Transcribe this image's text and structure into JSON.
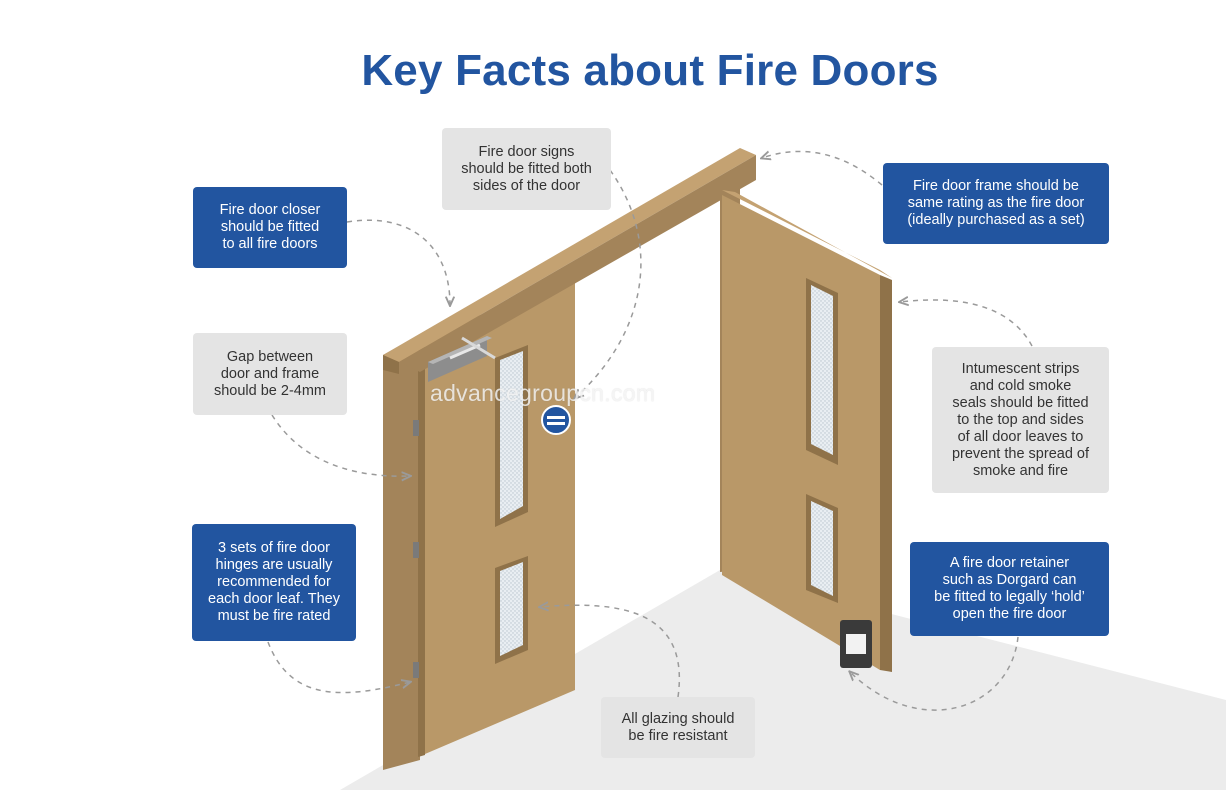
{
  "title": "Key Facts about Fire Doors",
  "watermark": "advancegroupcn.com",
  "colors": {
    "title": "#2255a0",
    "blue_box": "#2255a0",
    "grey_box": "#e4e4e4",
    "door": "#b99868",
    "door_dark": "#8f7249",
    "door_edge": "#a3845a",
    "floor": "#ececec",
    "arrow": "#9a9a9a"
  },
  "callouts": {
    "closer": "Fire door closer\nshould be fitted\nto all fire doors",
    "signs": "Fire door signs\nshould be fitted both\nsides of the door",
    "frame": "Fire door frame should be\nsame rating as the fire door\n(ideally purchased as a set)",
    "gap": "Gap between\ndoor and frame\nshould be 2-4mm",
    "strips": "Intumescent strips\nand cold smoke\nseals should be fitted\nto the top and sides\nof all door leaves to\nprevent the spread of\nsmoke and fire",
    "hinges": "3 sets of fire door\nhinges are usually\nrecommended for\neach door leaf. They\nmust be fire rated",
    "retainer": "A fire door retainer\nsuch as Dorgard can\nbe fitted to legally ‘hold’\nopen the fire door",
    "glazing": "All glazing should\nbe fire resistant"
  },
  "icons": [
    "door-closer-icon",
    "fire-door-sign-icon",
    "hinge-icon",
    "door-retainer-icon",
    "vision-panel-icon"
  ]
}
